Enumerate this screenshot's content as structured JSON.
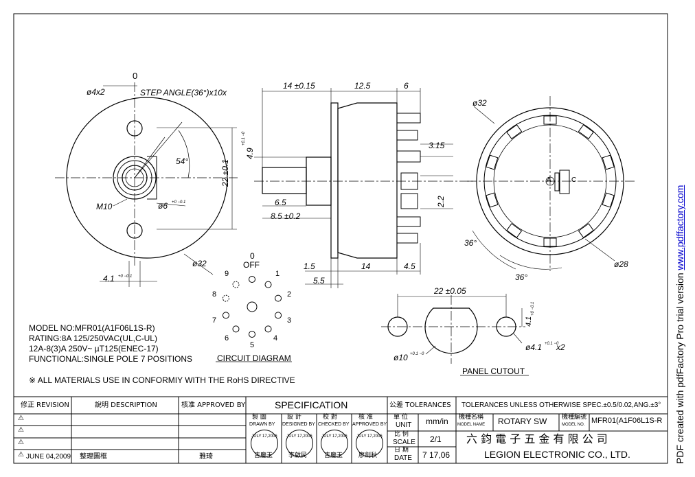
{
  "front_view": {
    "zero_label": "0",
    "hole_label": "ø4x2",
    "step_angle": "STEP ANGLE(36°)x10x",
    "angle_54": "54°",
    "thread": "M10",
    "shaft_dia": "ø6",
    "shaft_tol": "+0 −0.1",
    "height_dim": "22 ±0.1",
    "dia_label": "ø32",
    "key_dim": "4.1",
    "key_tol": "+0 −0.1"
  },
  "side_view": {
    "dim_top_1": "14 ±0.15",
    "dim_top_2": "12.5",
    "dim_top_3": "6",
    "dim_4_9": "4.9",
    "dim_4_9_tol": "+0.1 −0",
    "dim_3_15": "3.15",
    "dim_6_5": "6.5",
    "dim_8_5": "8.5 ±0.2",
    "dim_2_2": "2.2",
    "dim_1_5": "1.5",
    "dim_14": "14",
    "dim_4_5": "4.5",
    "dim_5_5": "5.5"
  },
  "rear_view": {
    "dia_32": "ø32",
    "dia_28": "ø28",
    "angle_a": "36°",
    "angle_b": "36°",
    "center_a": "A",
    "center_c": "C"
  },
  "circuit": {
    "title": "CIRCUIT DIAGRAM",
    "off": "OFF",
    "positions": [
      "0",
      "1",
      "2",
      "3",
      "4",
      "5",
      "6",
      "7",
      "8",
      "9"
    ]
  },
  "panel": {
    "title": "PANEL CUTOUT",
    "dim_22": "22 ±0.05",
    "dim_4_1": "4.1",
    "dim_4_1_tol": "+0 −0.1",
    "hole_dim": "ø4.1",
    "hole_tol": "+0.1 −0",
    "hole_count": "x2",
    "center_dim": "ø10",
    "center_tol": "+0.1 −0"
  },
  "specs": [
    "MODEL NO:MFR01(A1F06L1S-R)",
    "RATING:8A 125/250VAC(UL,C-UL)",
    "12A-8(3)A 250V~ µT125(ENEC-17)",
    "FUNCTIONAL:SINGLE POLE 7 POSITIONS"
  ],
  "note": "※ ALL MATERIALS USE IN CONFORMIY WITH THE RoHS DIRECTIVE",
  "title_block": {
    "revision": "修正 REVISION",
    "description": "說明 DESCRIPTION",
    "approved_by": "核准 APPROVED BY",
    "specification": "SPECIFICATION",
    "tolerances": "公差 TOLERANCES",
    "tol_text": "TOLERANCES UNLESS OTHERWISE SPEC.±0.5/0.02,ANG.±3°",
    "drawn_by": "製 圖",
    "drawn_by_en": "DRAWN BY",
    "designed_by": "設 計",
    "designed_by_en": "DESIGNED BY",
    "checked_by": "校 對",
    "checked_by_en": "CHECKED BY",
    "approved_by2": "核 准",
    "approved_by2_en": "APPROVED BY",
    "unit": "單 位",
    "unit_en": "UNIT",
    "unit_val": "mm/in",
    "model_name": "機種名稱",
    "model_name_en": "MODEL NAME",
    "model_name_val": "ROTARY SW",
    "model_no": "機種編號",
    "model_no_en": "MODEL NO.",
    "model_no_val": "MFR01(A1F06L1S-R",
    "scale": "比 例",
    "scale_en": "SCALE",
    "scale_val": "2/1",
    "date": "日 期",
    "date_en": "DATE",
    "date_val": "7 17,06",
    "company_cn": "六 鈞 電 子 五 金 有 限 公 司",
    "company_en": "LEGION ELECTRONIC CO., LTD.",
    "rev_date": "JUNE 04,2009",
    "rev_desc": "整理圖框",
    "rev_app": "雅琦",
    "stamp_date": "JULY 17,2006",
    "signers": [
      "吉慶玉",
      "李啟民",
      "吉慶玉",
      "廖劍秋"
    ]
  },
  "watermark": {
    "prefix": "PDF created with pdfFactory Pro trial version ",
    "link": "www.pdffactory.com"
  }
}
